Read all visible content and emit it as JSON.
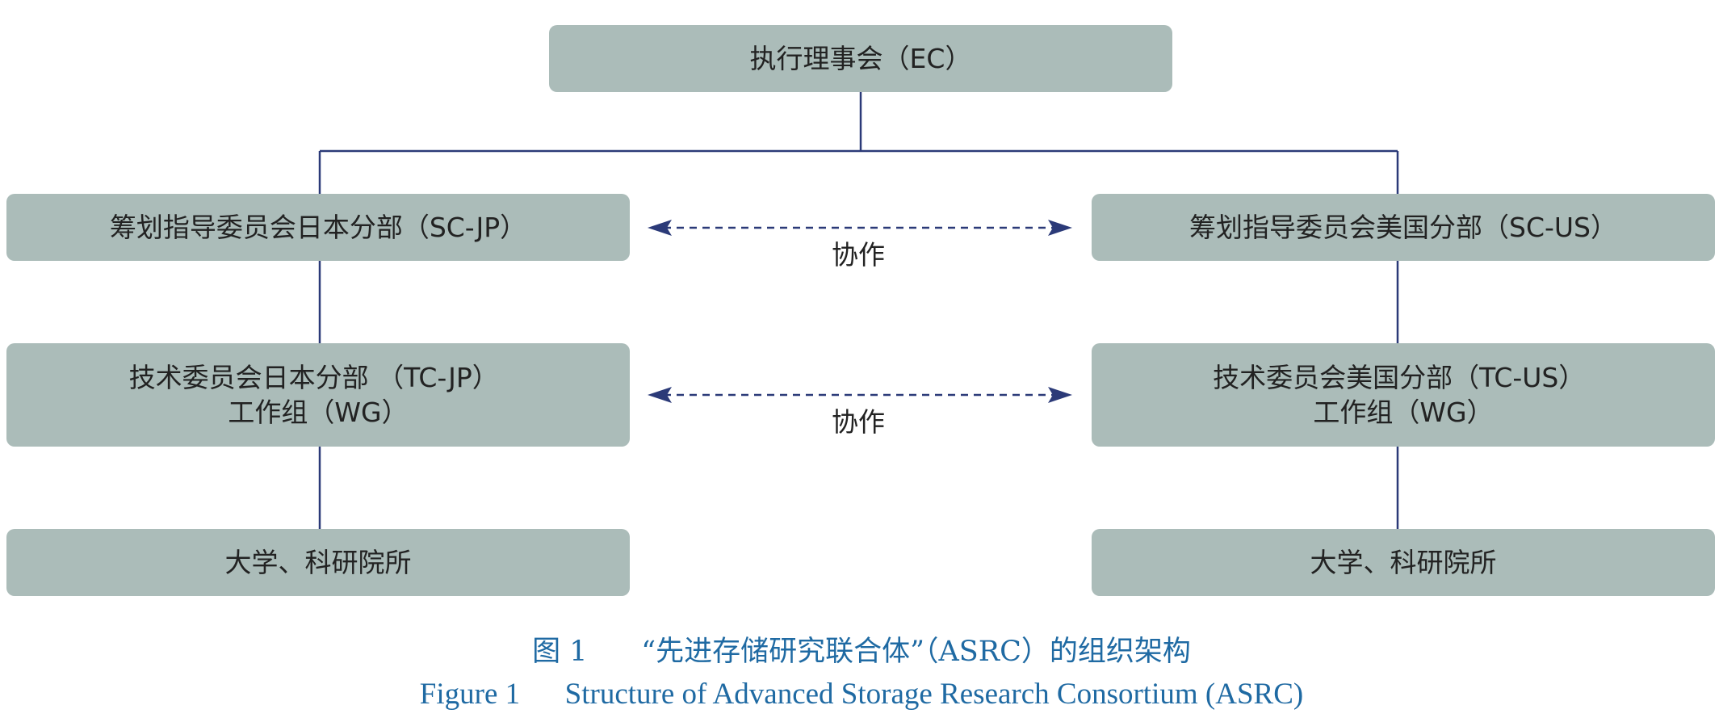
{
  "nodes": {
    "ec": {
      "lines": [
        "执行理事会（EC）"
      ]
    },
    "sc_jp": {
      "lines": [
        "筹划指导委员会日本分部（SC-JP）"
      ]
    },
    "sc_us": {
      "lines": [
        "筹划指导委员会美国分部（SC-US）"
      ]
    },
    "tc_jp": {
      "lines": [
        "技术委员会日本分部 （TC-JP）",
        "工作组（WG）"
      ]
    },
    "tc_us": {
      "lines": [
        "技术委员会美国分部（TC-US）",
        "工作组（WG）"
      ]
    },
    "univ_jp": {
      "lines": [
        "大学、科研院所"
      ]
    },
    "univ_us": {
      "lines": [
        "大学、科研院所"
      ]
    }
  },
  "collaboration": {
    "upper_label": "协作",
    "lower_label": "协作"
  },
  "caption": {
    "cn_number": "图 1",
    "cn_title": "“先进存储研究联合体”（ASRC）的组织架构",
    "en_number": "Figure 1",
    "en_title": "Structure of Advanced Storage Research Consortium (ASRC)"
  },
  "colors": {
    "box_fill": "#abbcb9",
    "connector": "#2b3a78",
    "caption": "#1f6aa3",
    "text": "#222222"
  }
}
